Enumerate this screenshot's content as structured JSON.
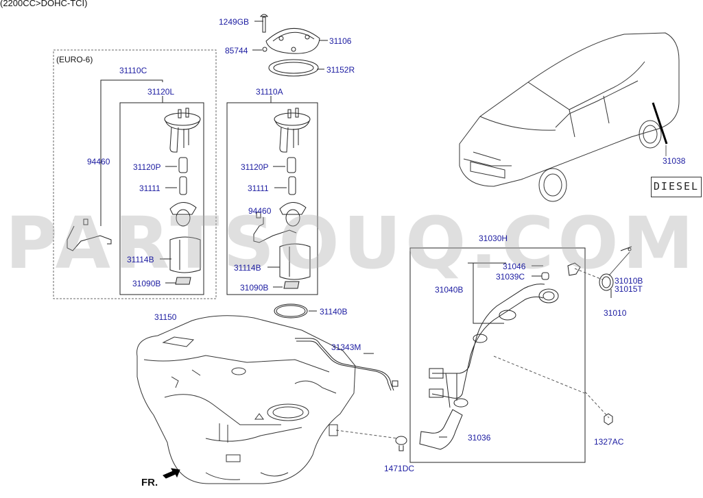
{
  "header": {
    "engine": "(2200CC>DOHC-TCI)"
  },
  "group_labels": {
    "euro6": "(EURO-6)"
  },
  "watermark": "PARTSOUQ.COM",
  "diesel_badge": "DIESEL",
  "direction": {
    "fr": "FR."
  },
  "parts": {
    "p1249GB": "1249GB",
    "p31106": "31106",
    "p85744": "85744",
    "p31152R": "31152R",
    "p31110C": "31110C",
    "p31120L": "31120L",
    "p31110A": "31110A",
    "p94460_left": "94460",
    "p31120P_left": "31120P",
    "p31111_left": "31111",
    "p31114B_left": "31114B",
    "p31090B_left": "31090B",
    "p31120P_right": "31120P",
    "p31111_right": "31111",
    "p94460_right": "94460",
    "p31114B_right": "31114B",
    "p31090B_right": "31090B",
    "p31038": "31038",
    "p31030H": "31030H",
    "p31046": "31046",
    "p31039C": "31039C",
    "p31040B": "31040B",
    "p31010B": "31010B",
    "p31015T": "31015T",
    "p31010": "31010",
    "p31150": "31150",
    "p31140B": "31140B",
    "p31343M": "31343M",
    "p31036": "31036",
    "p1327AC": "1327AC",
    "p1471DC": "1471DC"
  }
}
